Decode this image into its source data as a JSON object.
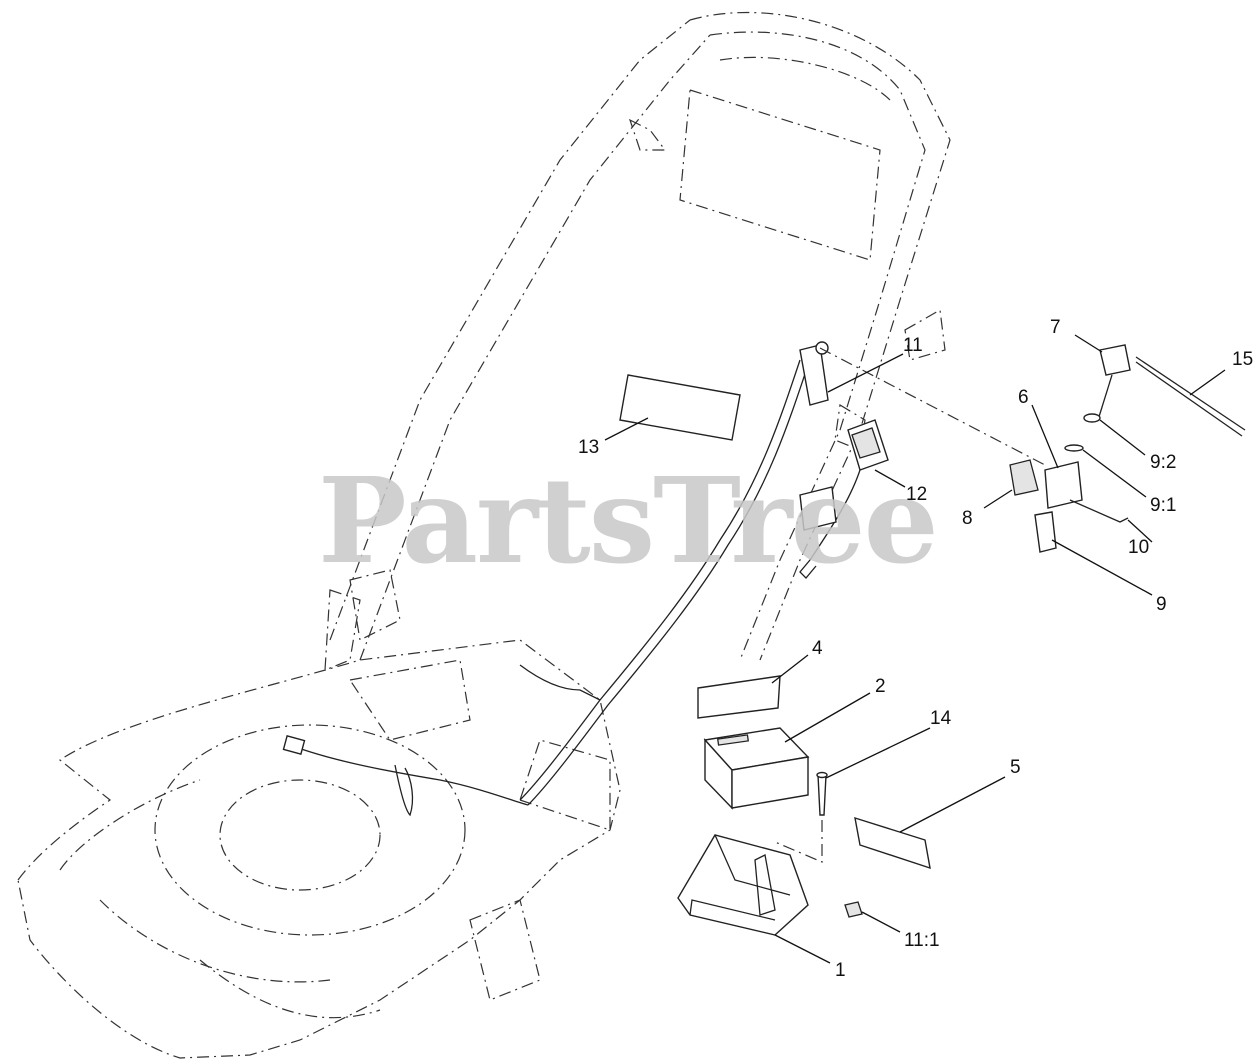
{
  "watermark": "PartsTree",
  "callouts": {
    "c1": "1",
    "c2": "2",
    "c4": "4",
    "c5": "5",
    "c6": "6",
    "c7": "7",
    "c8": "8",
    "c9": "9",
    "c9_1": "9:1",
    "c9_2": "9:2",
    "c10": "10",
    "c11": "11",
    "c11_1": "11:1",
    "c12": "12",
    "c13": "13",
    "c14": "14",
    "c15": "15"
  }
}
